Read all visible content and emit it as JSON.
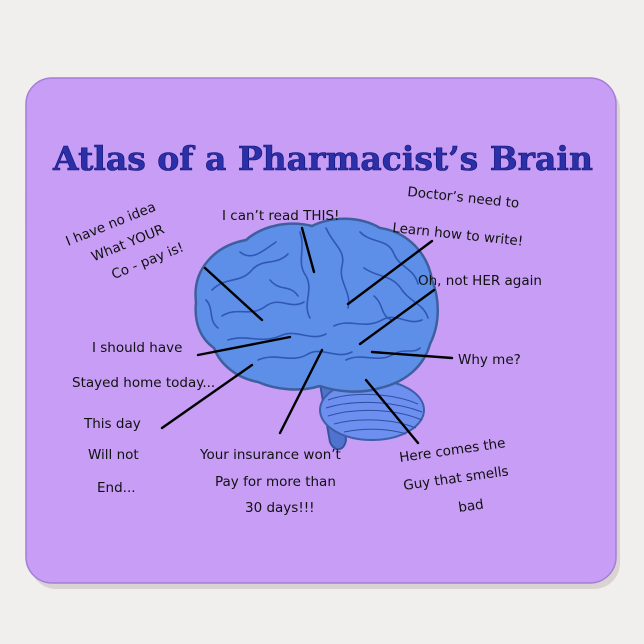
{
  "title": "Atlas of a Pharmacist’s Brain",
  "labels": {
    "copay": [
      "I have no idea",
      "What YOUR",
      "Co - pay is!"
    ],
    "cant_read": [
      "I can’t read THIS!"
    ],
    "doctors": [
      "Doctor’s need to",
      "Learn how to write!"
    ],
    "her_again": [
      "Oh, not HER again"
    ],
    "why_me": [
      "Why me?"
    ],
    "stayed_home": [
      "I should have",
      "Stayed home today..."
    ],
    "day_end": [
      "This day",
      "Will not",
      "End..."
    ],
    "insurance": [
      "Your insurance won’t",
      "Pay for more than",
      "30 days!!!"
    ],
    "guy_smells": [
      "Here comes the",
      "Guy that smells",
      "bad"
    ]
  },
  "colors": {
    "pad": "#c79df5",
    "title": "#2b2fa8",
    "brain": "#5d8fe8"
  },
  "icons": {
    "brain": "brain-illustration-icon"
  }
}
